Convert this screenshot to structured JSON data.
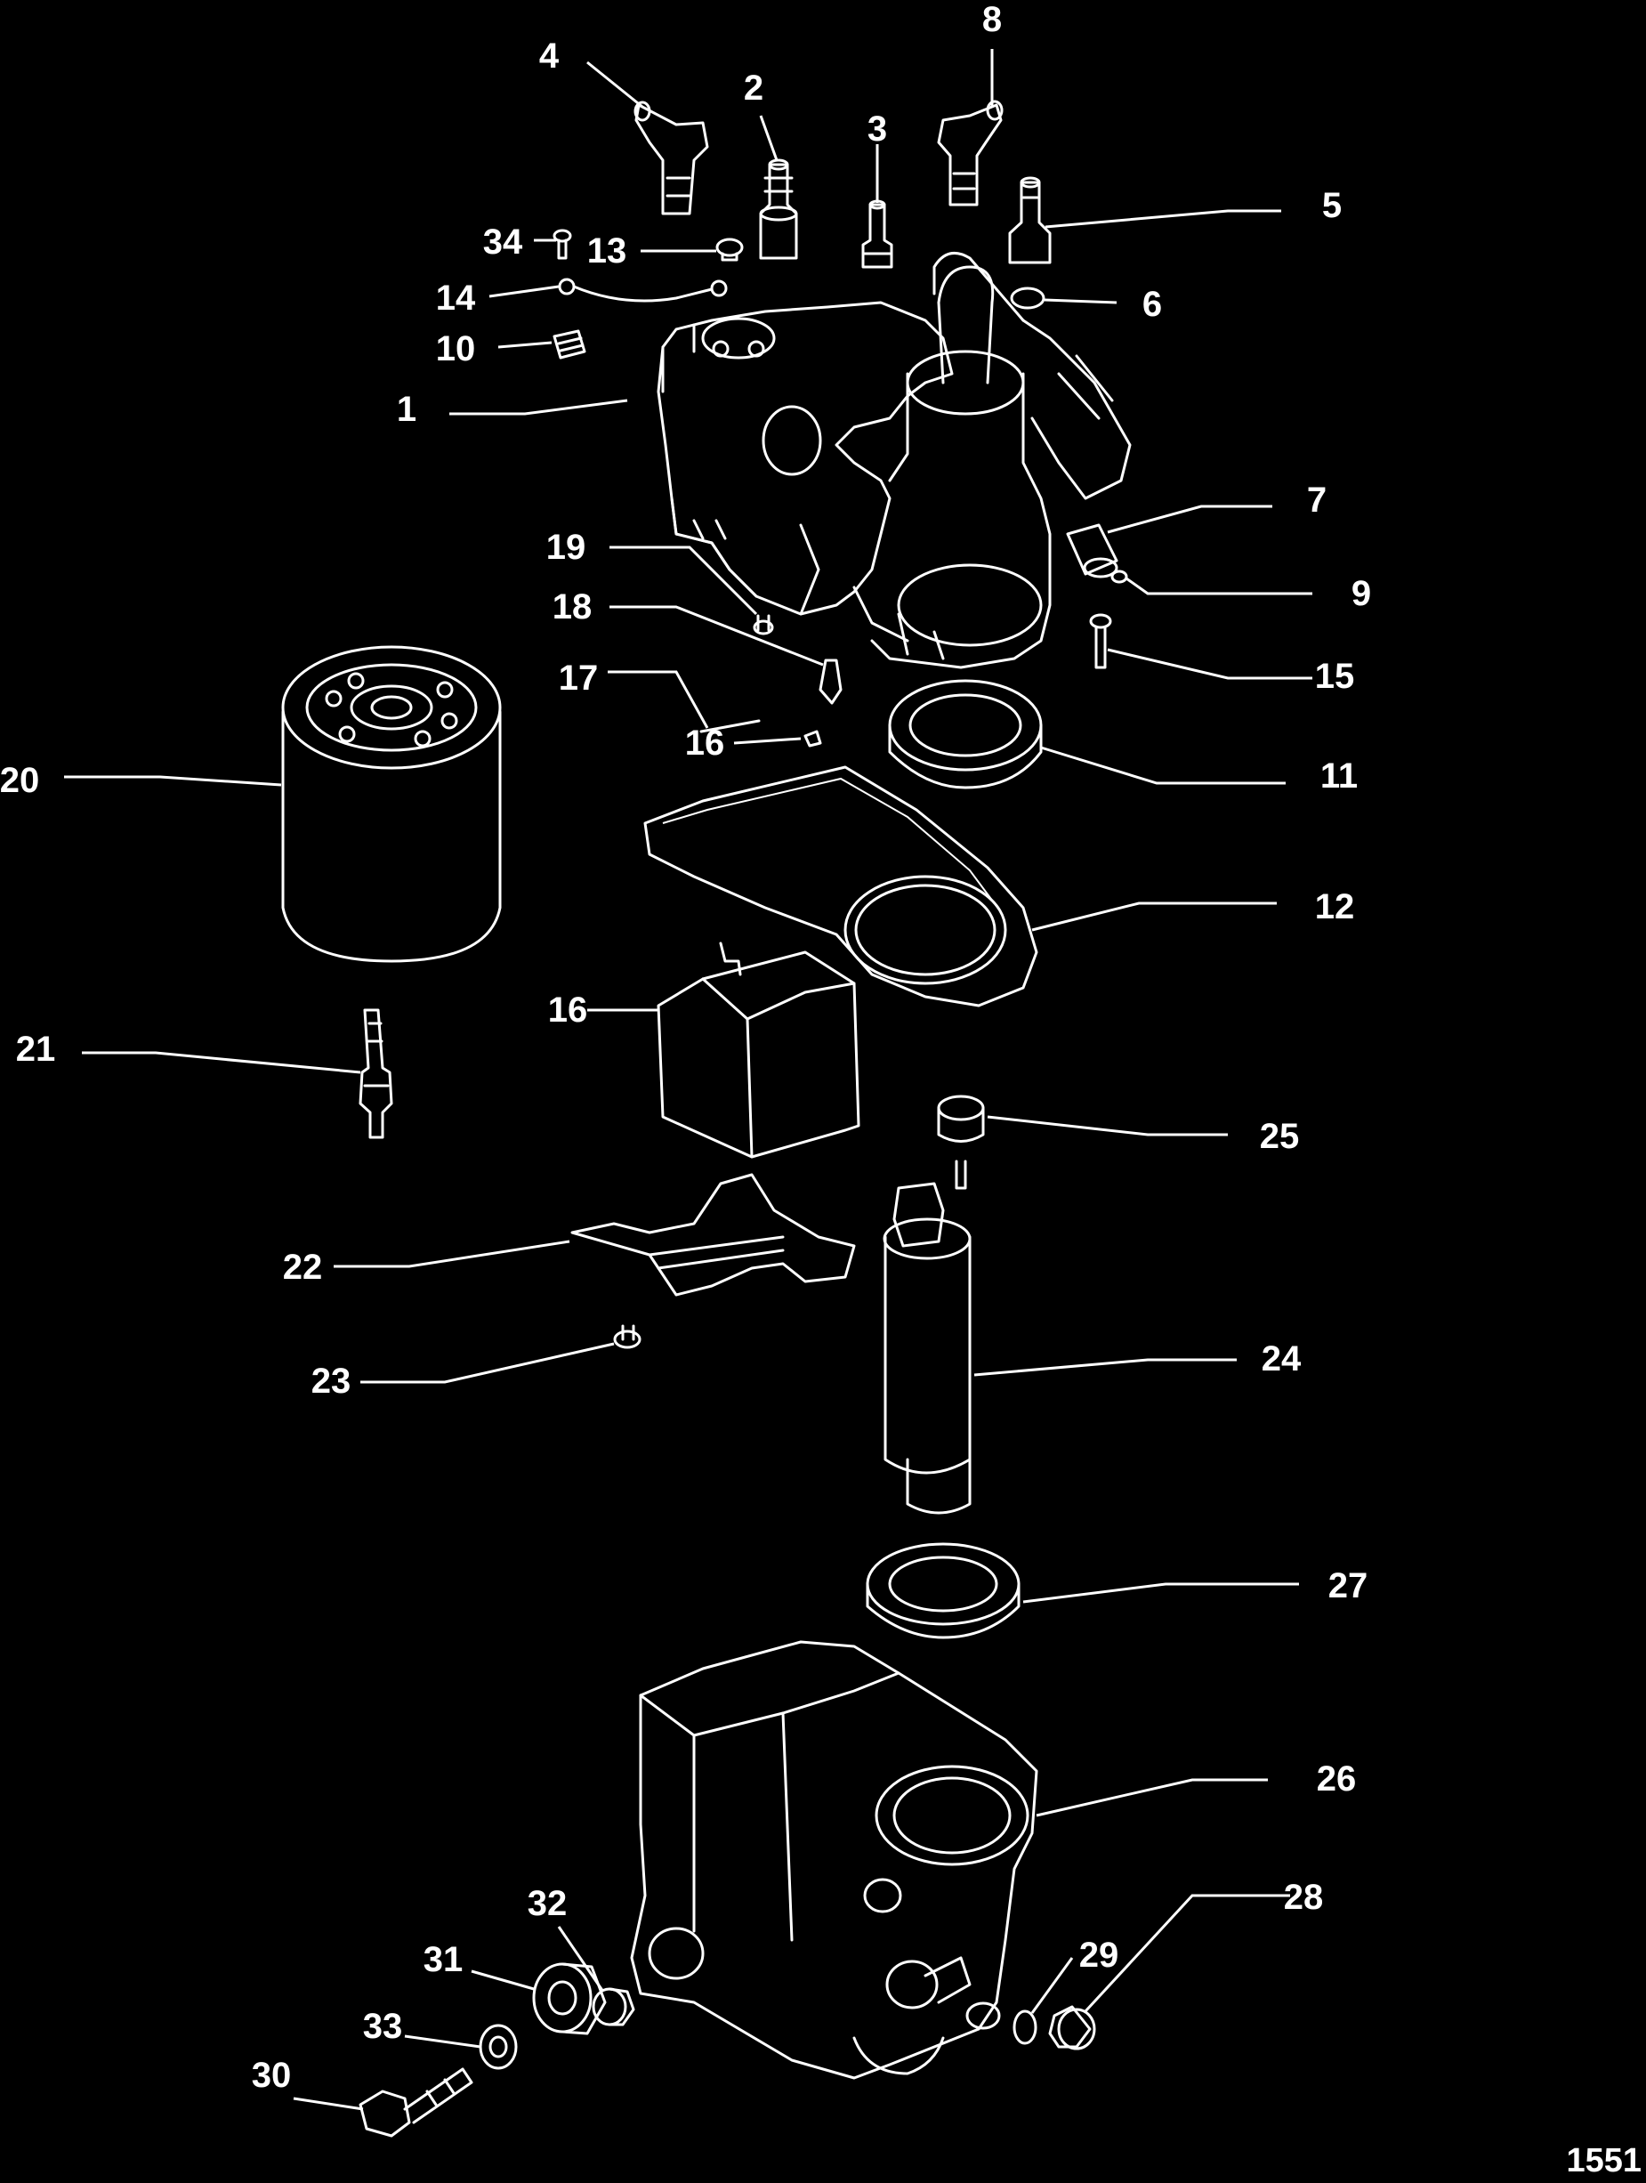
{
  "callouts": {
    "c1": "1",
    "c2": "2",
    "c3": "3",
    "c4": "4",
    "c5": "5",
    "c6": "6",
    "c7": "7",
    "c8": "8",
    "c9": "9",
    "c10": "10",
    "c11": "11",
    "c12": "12",
    "c13": "13",
    "c14": "14",
    "c15": "15",
    "c16a": "16",
    "c16b": "16",
    "c17": "17",
    "c18": "18",
    "c19": "19",
    "c20": "20",
    "c21": "21",
    "c22": "22",
    "c23": "23",
    "c24": "24",
    "c25": "25",
    "c26": "26",
    "c27": "27",
    "c28": "28",
    "c29": "29",
    "c30": "30",
    "c31": "31",
    "c32": "32",
    "c33": "33",
    "c34": "34"
  },
  "figure_id": "1551",
  "colors": {
    "background": "#000000",
    "line": "#ffffff"
  }
}
